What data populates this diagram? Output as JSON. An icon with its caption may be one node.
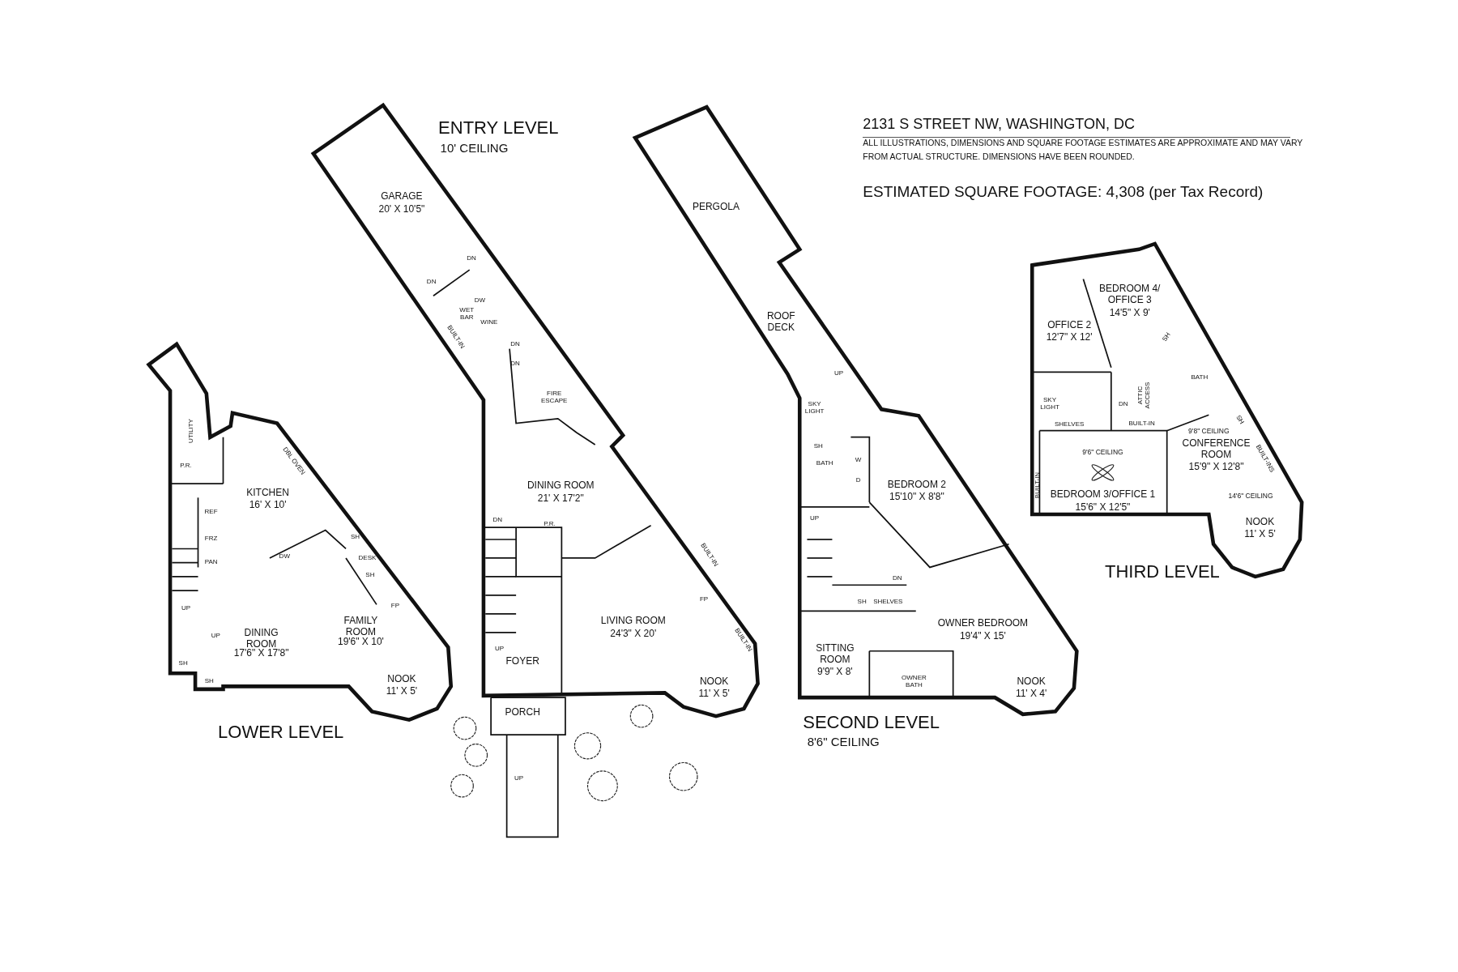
{
  "diagram": {
    "title": "2131 S STREET NW, WASHINGTON, DC",
    "labels": [
      "ALL ILLUSTRATIONS, DIMENSIONS AND SQUARE FOOTAGE ESTIMATES ARE APPROXIMATE AND MAY VARY FROM ACTUAL STRUCTURE. DIMENSIONS HAVE BEEN ROUNDED.",
      "ESTIMATED SQUARE FOOTAGE: 4,308 (per Tax Record)",
      "ENTRY LEVEL",
      "10' CEILING",
      "GARAGE",
      "20' X 10'5\"",
      "DN",
      "DN",
      "DW",
      "WET BAR",
      "WINE",
      "BUILT-IN",
      "DN",
      "DN",
      "FIRE ESCAPE",
      "DINING ROOM",
      "21' X 17'2\"",
      "DN",
      "P.R.",
      "BUILT-IN",
      "FP",
      "LIVING ROOM",
      "24'3\" X 20'",
      "BUILT-IN",
      "UP",
      "FOYER",
      "NOOK",
      "11' X 5'",
      "PORCH",
      "UP",
      "UTILITY",
      "P.R.",
      "DBL OVEN",
      "KITCHEN",
      "16' X 10'",
      "REF",
      "FRZ",
      "SH",
      "DESK",
      "DW",
      "PAN",
      "SH",
      "FP",
      "UP",
      "FAMILY ROOM",
      "19'6\" X 10'",
      "DINING ROOM",
      "17'6\" X 17'8\"",
      "UP",
      "SH",
      "SH",
      "NOOK",
      "11' X 5'",
      "LOWER LEVEL",
      "PERGOLA",
      "ROOF DECK",
      "UP",
      "SKY LIGHT",
      "SH",
      "BATH",
      "W",
      "D",
      "BEDROOM 2",
      "15'10\" X 8'8\"",
      "UP",
      "DN",
      "SH",
      "SHELVES",
      "OWNER BEDROOM",
      "19'4\" X 15'",
      "SITTING ROOM",
      "9'9\" X 8'",
      "OWNER BATH",
      "NOOK",
      "11' X 4'",
      "SECOND LEVEL",
      "8'6\" CEILING",
      "BEDROOM 4/ OFFICE 3",
      "14'5\" X 9'",
      "OFFICE 2",
      "12'7\" X 12'",
      "SH",
      "BATH",
      "ATTIC ACCESS",
      "SKY LIGHT",
      "DN",
      "SH",
      "SHELVES",
      "BUILT-IN",
      "9'8\" CEILING",
      "CONFERENCE ROOM",
      "15'9\" X 12'8\"",
      "9'6\" CEILING",
      "BUILT-INS",
      "BUILT-IN",
      "BEDROOM 3/OFFICE 1",
      "15'6\" X 12'5\"",
      "14'6\" CEILING",
      "NOOK",
      "11' X 5'",
      "THIRD LEVEL"
    ]
  }
}
